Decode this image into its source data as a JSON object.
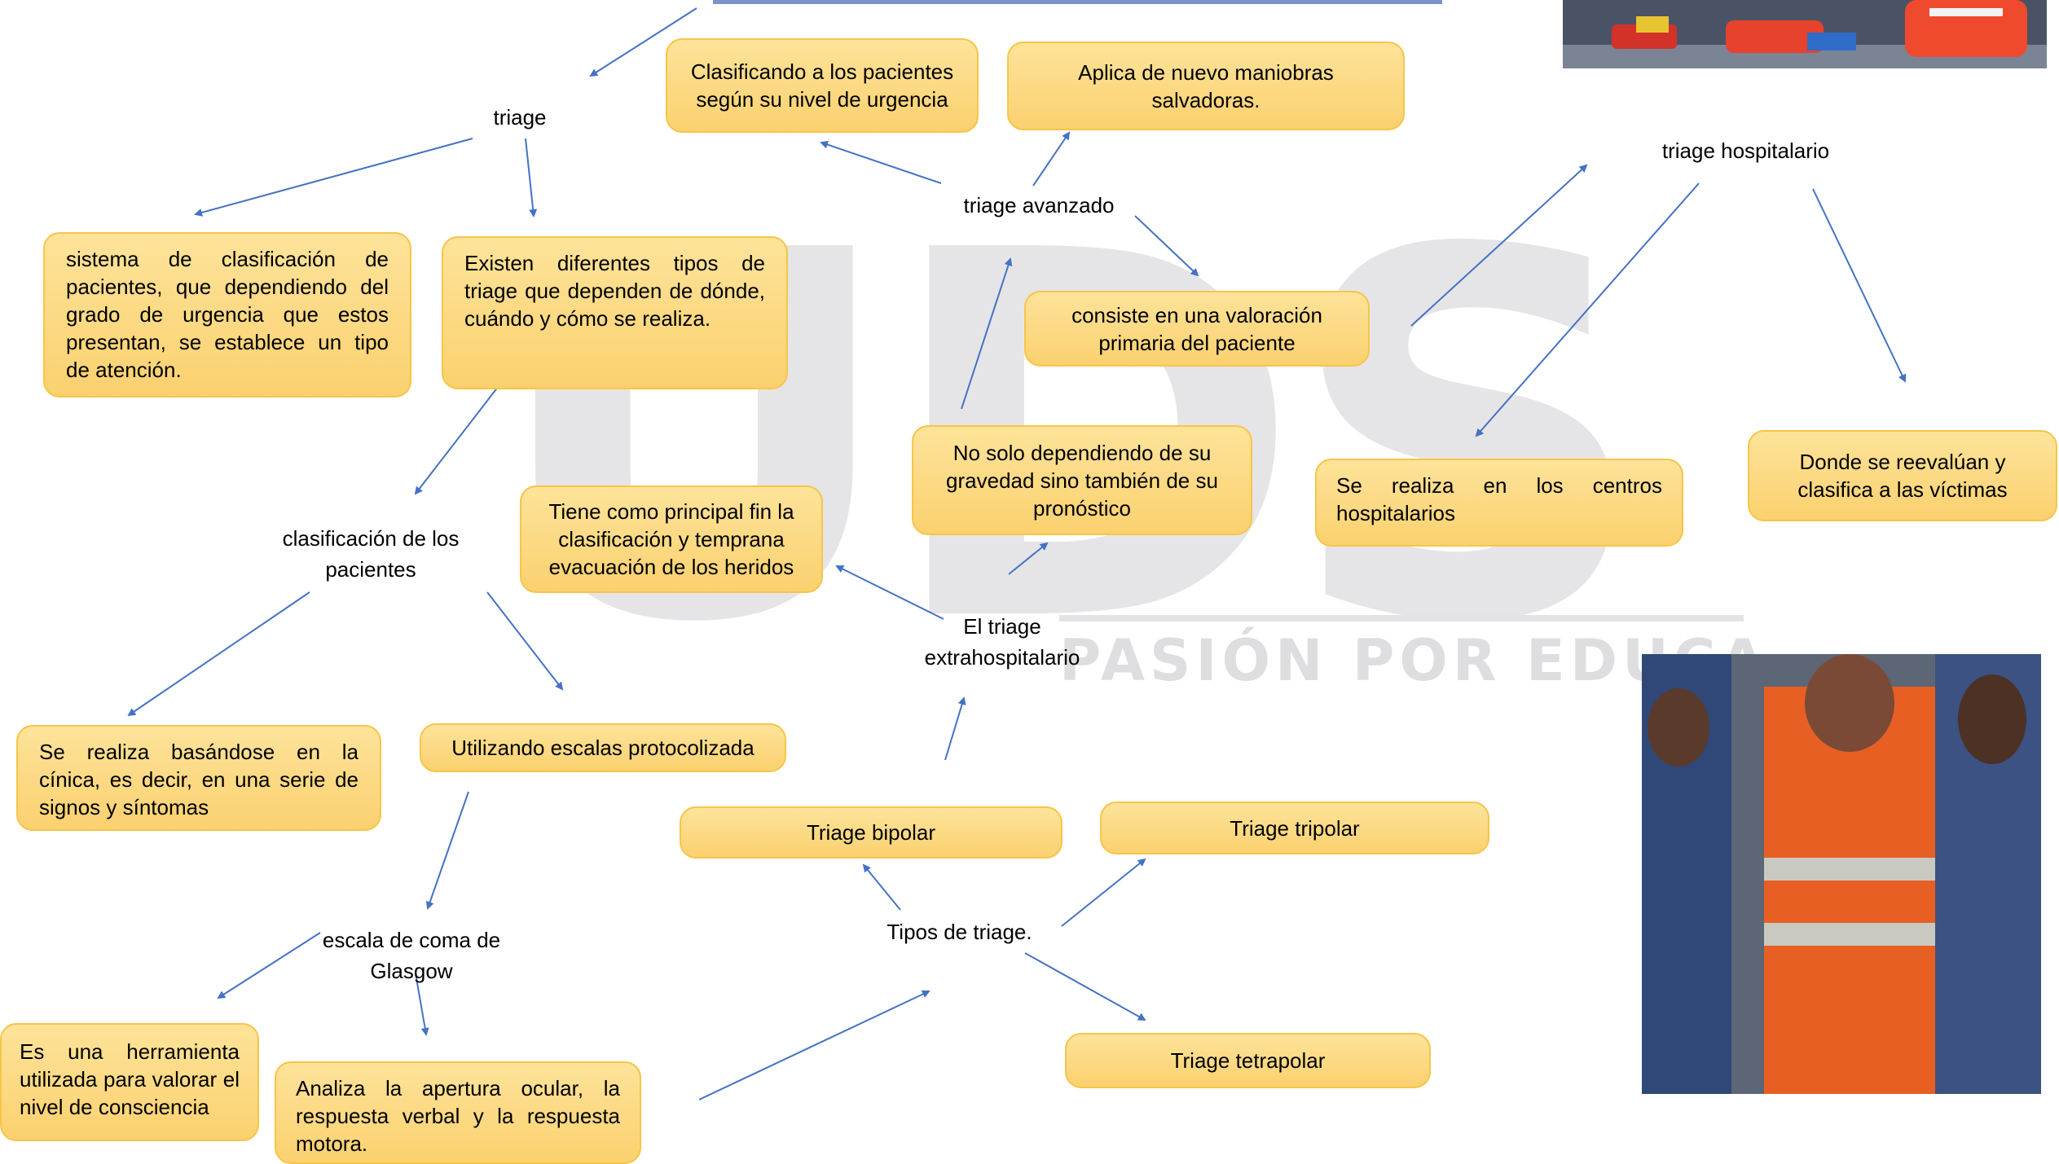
{
  "nodes": {
    "triage": "triage",
    "sistema": "sistema de clasificación de pacientes, que dependiendo del grado de urgencia que estos presentan, se establece un tipo de atención.",
    "existen": "Existen diferentes tipos de triage que dependen de dónde, cuándo y cómo se realiza.",
    "clasif_label_1": "clasificación de los",
    "clasif_label_2": "pacientes",
    "se_realiza_clinica": "Se realiza basándose en la cínica, es decir, en una serie de signos y síntomas",
    "escalas": "Utilizando escalas protocolizada",
    "glasgow_label_1": "escala de coma de",
    "glasgow_label_2": "Glasgow",
    "herramienta": "Es una herramienta utilizada para valorar el nivel de consciencia",
    "analiza": "Analiza la apertura ocular, la respuesta verbal y la respuesta motora.",
    "clasificando": "Clasificando a los pacientes según su nivel de urgencia",
    "aplica": "Aplica de nuevo maniobras salvadoras.",
    "triage_avanzado": "triage avanzado",
    "consiste": "consiste en una valoración primaria del paciente",
    "no_solo": "No solo dependiendo de su gravedad sino también de su pronóstico",
    "tiene_fin": "Tiene como principal fin la clasificación y temprana evacuación de los heridos",
    "extra_label_1": "El triage",
    "extra_label_2": "extrahospitalario",
    "triage_bipolar": "Triage bipolar",
    "triage_tripolar": "Triage tripolar",
    "tipos": "Tipos de triage.",
    "triage_tetrapolar": "Triage tetrapolar",
    "triage_hospitalario": "triage hospitalario",
    "centros": "Se realiza en los centros hospitalarios",
    "reevaluan": "Donde se reevalúan y clasifica a las víctimas"
  },
  "watermark": {
    "letters": "UDS",
    "tagline": "PASIÓN POR EDUCA"
  },
  "colors": {
    "box_fill": "#fbd16f",
    "box_border": "#f7c548",
    "arrow": "#4472c4",
    "top_rule": "#7b93c9"
  }
}
